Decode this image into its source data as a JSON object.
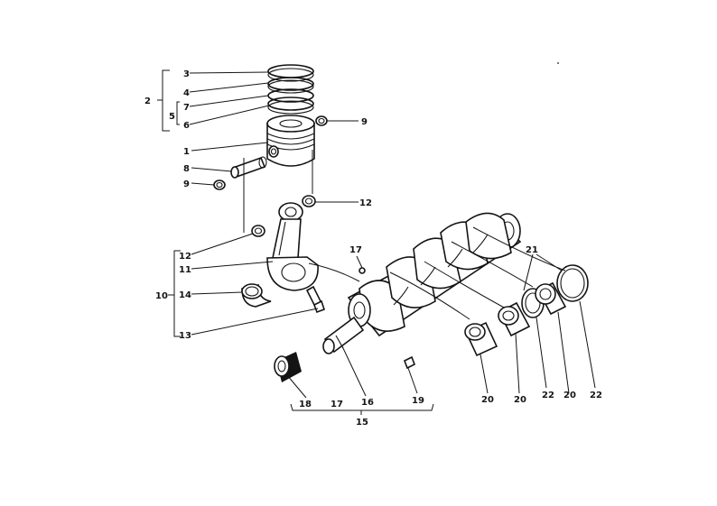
{
  "labels": {
    "l1": "1",
    "l2": "2",
    "l3": "3",
    "l4": "4",
    "l5": "5",
    "l6": "6",
    "l7": "7",
    "l8": "8",
    "l9a": "9",
    "l9b": "9",
    "l10": "10",
    "l11": "11",
    "l12a": "12",
    "l12b": "12",
    "l13": "13",
    "l14": "14",
    "l15": "15",
    "l16": "16",
    "l17a": "17",
    "l17b": "17",
    "l18": "18",
    "l19": "19",
    "l20a": "20",
    "l20b": "20",
    "l20c": "20",
    "l21": "21",
    "l22a": "22",
    "l22b": "22"
  }
}
